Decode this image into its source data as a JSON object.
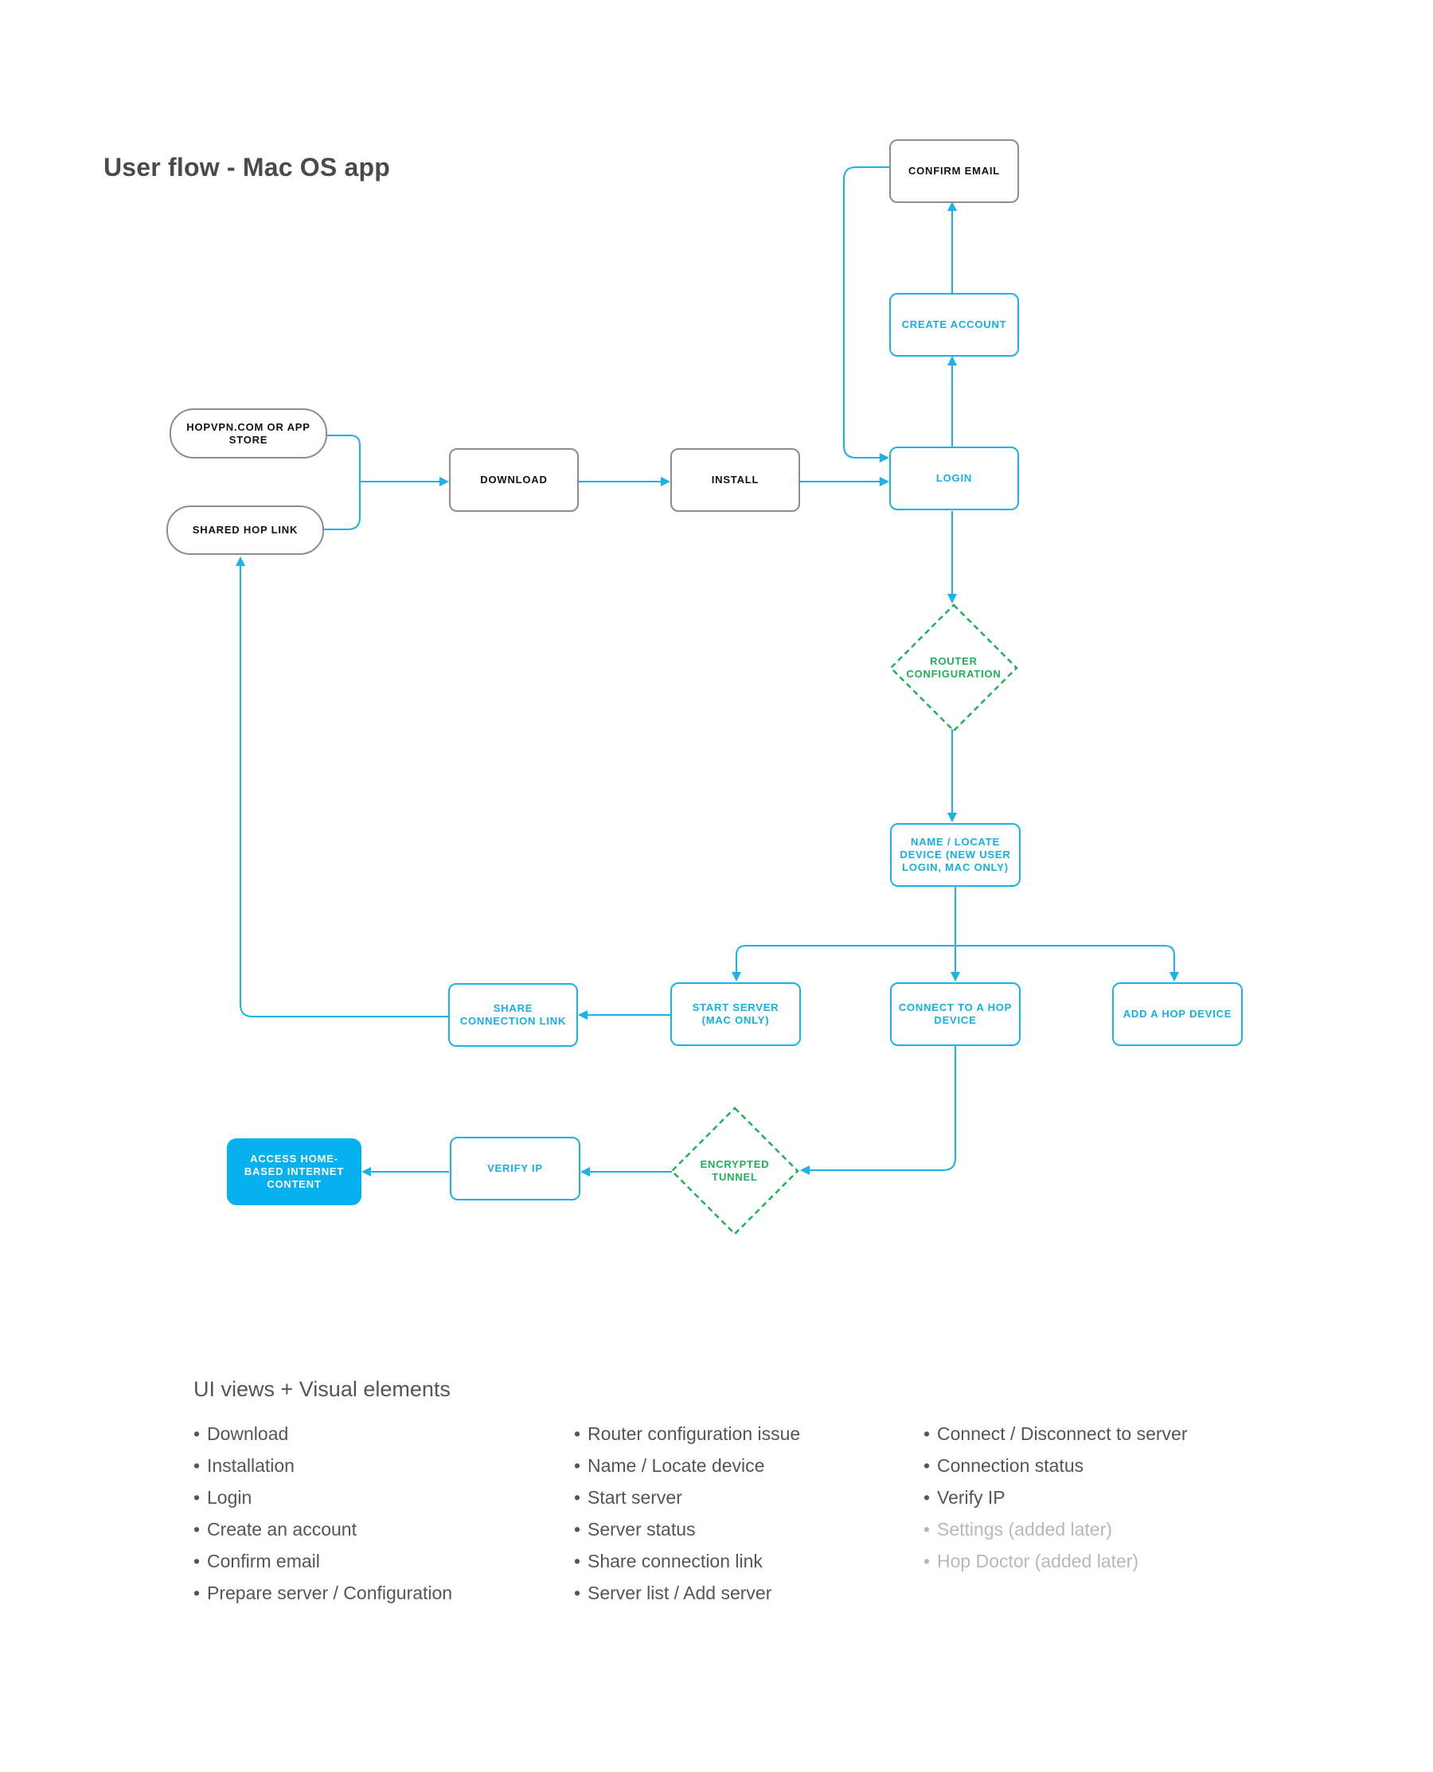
{
  "title": "User flow - Mac OS app",
  "colors": {
    "flow_blue": "#1ab3e8",
    "neutral_gray": "#8d8d8d",
    "decision_green": "#1db257",
    "final_fill": "#07b1ef",
    "muted_text": "#b8b8b8"
  },
  "nodes": {
    "hopvpn": "HOPVPN.COM OR APP STORE",
    "shared_hop_link": "SHARED HOP LINK",
    "download": "DOWNLOAD",
    "install": "INSTALL",
    "login": "LOGIN",
    "create_account": "CREATE ACCOUNT",
    "confirm_email": "CONFIRM EMAIL",
    "router_configuration": "ROUTER CONFIGURATION",
    "name_locate_device": "NAME / LOCATE DEVICE (NEW USER LOGIN, MAC ONLY)",
    "start_server": "START SERVER (MAC ONLY)",
    "connect_hop_device": "CONNECT TO A HOP DEVICE",
    "add_hop_device": "ADD A HOP DEVICE",
    "share_connection_link": "SHARE CONNECTION LINK",
    "encrypted_tunnel": "ENCRYPTED TUNNEL",
    "verify_ip": "VERIFY IP",
    "access_home_content": "ACCESS HOME-BASED INTERNET CONTENT"
  },
  "views": {
    "title": "UI views + Visual elements",
    "bullet": "•",
    "col1": [
      "Download",
      "Installation",
      "Login",
      "Create an account",
      "Confirm email",
      "Prepare server / Configuration"
    ],
    "col2": [
      "Router configuration issue",
      "Name / Locate device",
      "Start server",
      "Server status",
      "Share connection link",
      "Server list / Add server"
    ],
    "col3": [
      "Connect / Disconnect to server",
      "Connection status",
      "Verify IP",
      "Settings (added later)",
      "Hop Doctor (added later)"
    ]
  }
}
